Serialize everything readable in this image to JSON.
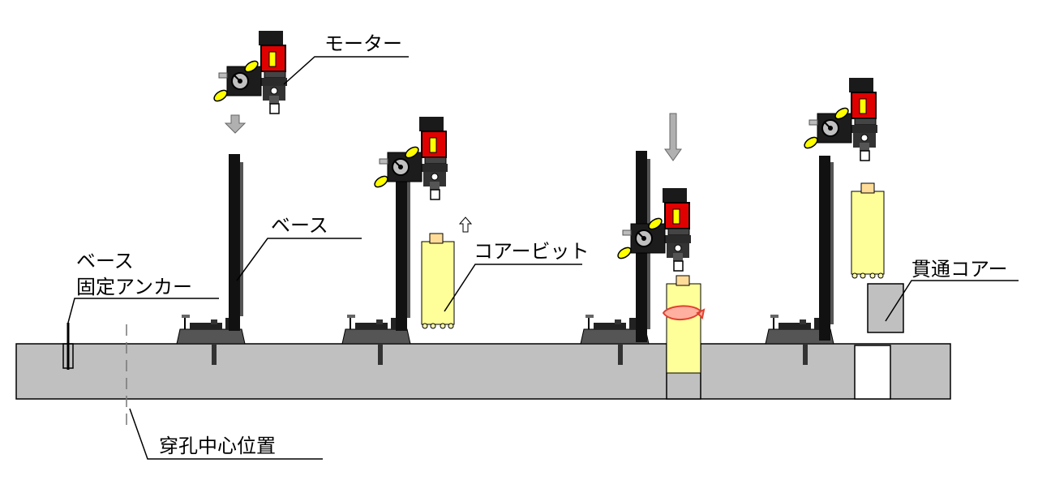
{
  "labels": {
    "motor": "モーター",
    "base": "ベース",
    "anchor_line1": "ベース",
    "anchor_line2": "固定アンカー",
    "core_bit": "コアービット",
    "through_core": "貫通コアー",
    "hole_center": "穿孔中心位置"
  },
  "colors": {
    "slab": "#c0c0c0",
    "motor_red": "#e00000",
    "bit_yellow": "#ffff99",
    "arrow_gray": "#b0b0b0",
    "machine_dark": "#333333"
  }
}
